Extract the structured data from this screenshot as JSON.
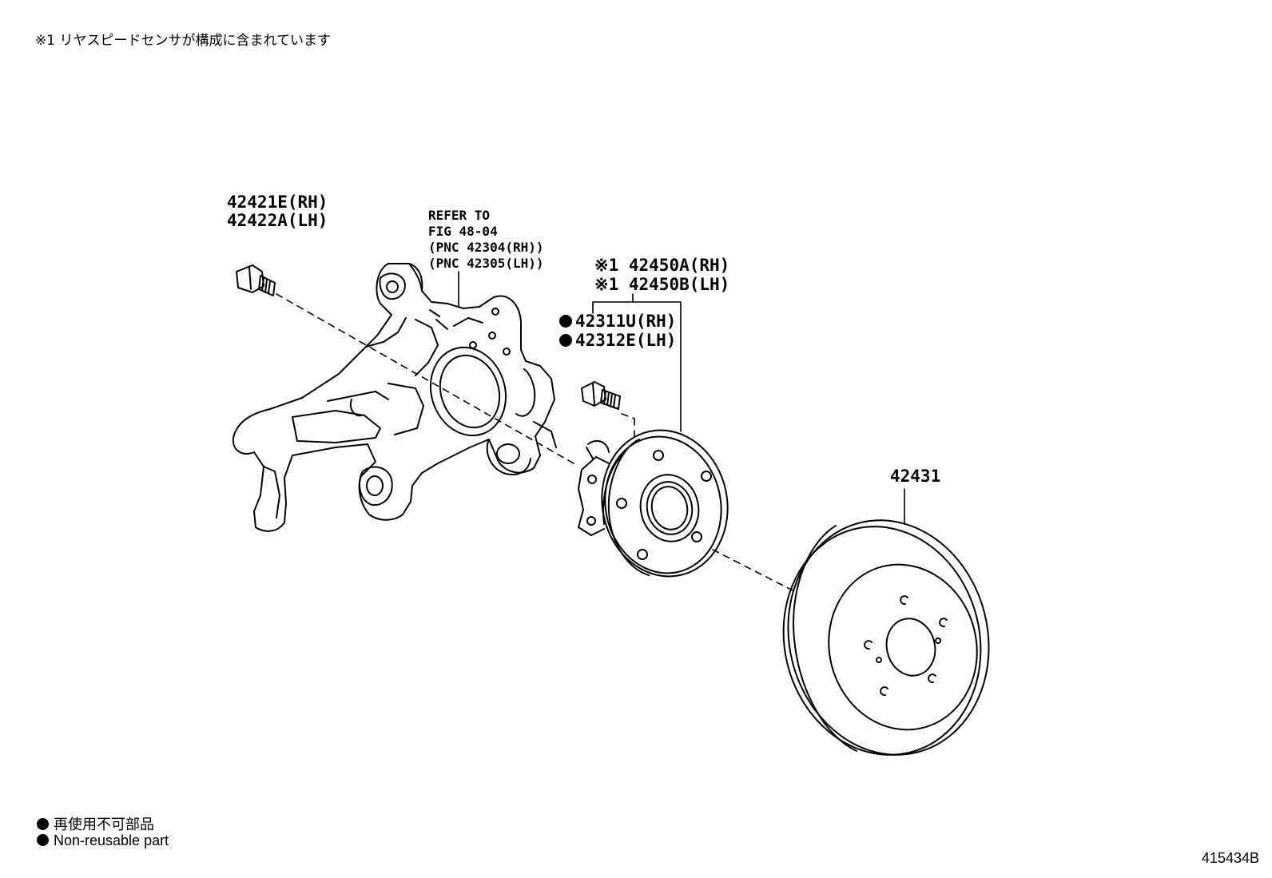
{
  "note": "※1 リヤスピードセンサが構成に含まれています",
  "callouts": {
    "bolt": {
      "rh": "42421E(RH)",
      "lh": "42422A(LH)"
    },
    "knuckle_ref": {
      "line1": "REFER TO",
      "line2": "FIG 48-04",
      "line3": "(PNC 42304(RH))",
      "line4": "(PNC 42305(LH))"
    },
    "hub": {
      "rh": "※1 42450A(RH)",
      "lh": "※1 42450B(LH)"
    },
    "hub_bolt": {
      "rh": "42311U(RH)",
      "lh": "42312E(LH)"
    },
    "disc": {
      "part": "42431"
    }
  },
  "legend": {
    "line1": "再使用不可部品",
    "line2": "Non-reusable part"
  },
  "illustration_id": "415434B"
}
